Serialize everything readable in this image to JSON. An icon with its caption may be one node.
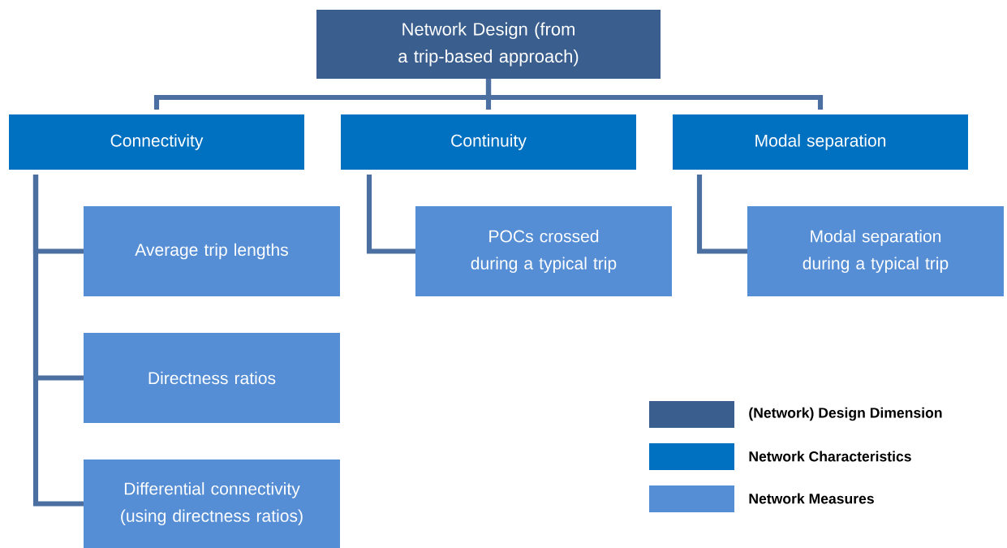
{
  "diagram": {
    "nodes": [
      {
        "text": [
          "Network Design (from a trip-based approach)"
        ]
      },
      {
        "text": [
          "Connectivity"
        ]
      },
      {
        "text": [
          "Continuity"
        ]
      },
      {
        "text": [
          "Modal separation"
        ]
      },
      {
        "text": [
          "Average trip lengths"
        ]
      },
      {
        "text": [
          "Directness ratios"
        ]
      },
      {
        "text": [
          "Differential connectivity (using directness ratios)"
        ]
      },
      {
        "text": [
          "POCs crossed during a typical trip"
        ]
      },
      {
        "text": [
          "Modal separation during a typical trip"
        ]
      }
    ],
    "edges": [
      {
        "from": 0,
        "to": 1,
        "arrow": "none"
      },
      {
        "from": 0,
        "to": 2,
        "arrow": "none"
      },
      {
        "from": 0,
        "to": 3,
        "arrow": "none"
      },
      {
        "from": 1,
        "to": 4,
        "arrow": "none"
      },
      {
        "from": 1,
        "to": 5,
        "arrow": "none"
      },
      {
        "from": 1,
        "to": 6,
        "arrow": "none"
      },
      {
        "from": 2,
        "to": 7,
        "arrow": "none"
      },
      {
        "from": 3,
        "to": 8,
        "arrow": "none"
      }
    ],
    "legend": [
      {
        "text": "(Network) Design Dimension",
        "color": "#3a5f8f"
      },
      {
        "text": "Network Characteristics",
        "color": "#0070c0"
      },
      {
        "text": "Network Measures",
        "color": "#558ed5"
      }
    ]
  }
}
